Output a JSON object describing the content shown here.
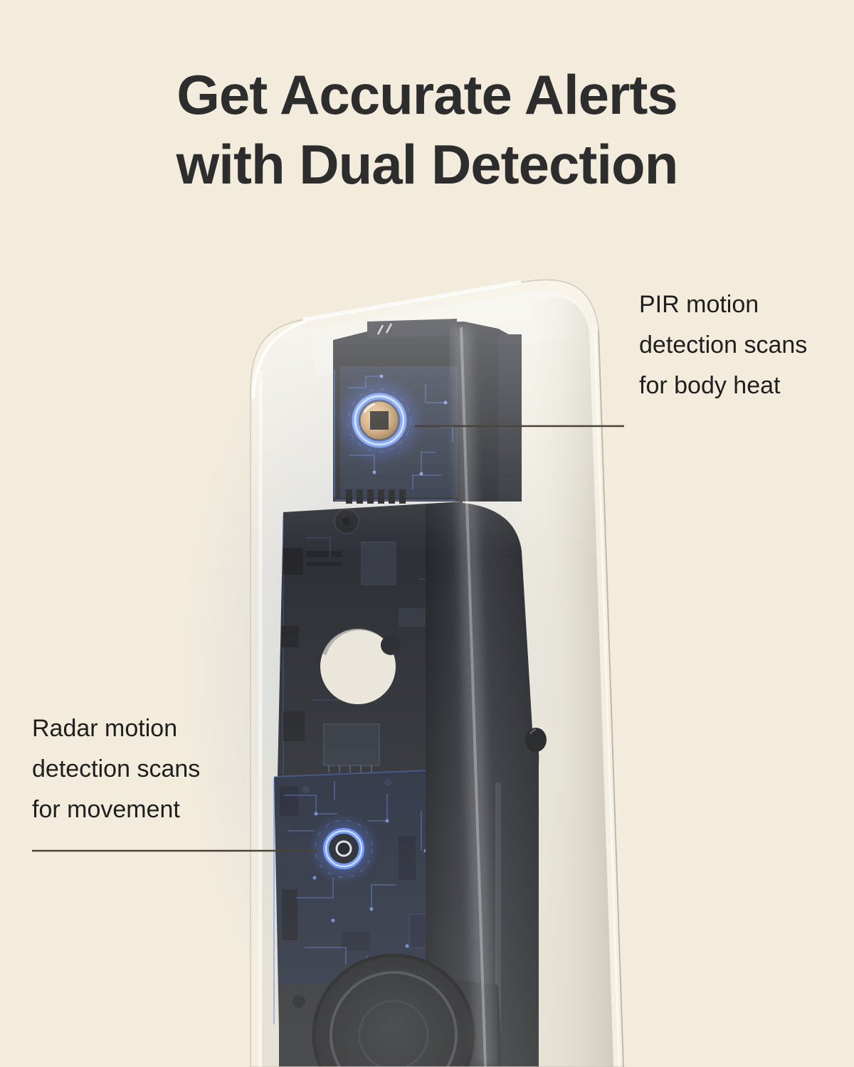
{
  "page": {
    "background_color": "#f3ecdc",
    "title": {
      "line1": "Get Accurate Alerts",
      "line2": "with Dual Detection",
      "color": "#2d2d2d"
    }
  },
  "callouts": {
    "pir": {
      "lines": [
        "PIR motion",
        "detection scans",
        "for body heat"
      ]
    },
    "radar": {
      "lines": [
        "Radar motion",
        "detection scans",
        "for movement"
      ]
    },
    "line_color": "#4d4238"
  },
  "product": {
    "name": "doorbell-cutaway-render",
    "glow_accent_color": "#4f82ff",
    "shell_tint": "#f7f5ee"
  }
}
